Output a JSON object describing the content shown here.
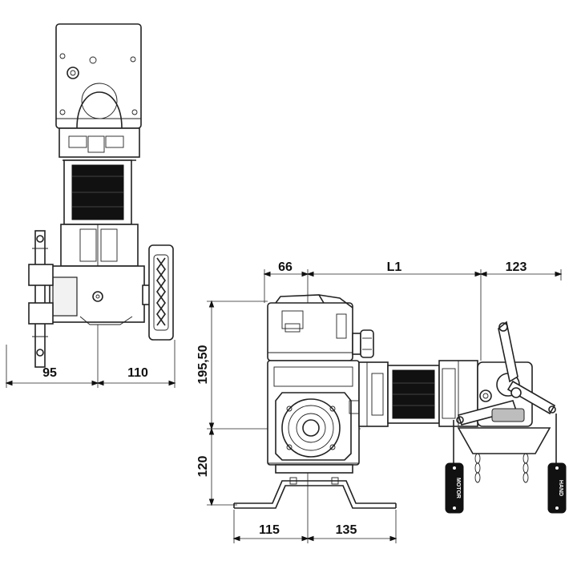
{
  "dimensions": {
    "left_view_width_a": "95",
    "left_view_width_b": "110",
    "top_a": "66",
    "top_b": "L1",
    "top_c": "123",
    "height_a": "195,50",
    "height_b": "120",
    "bottom_a": "115",
    "bottom_b": "135"
  },
  "handles": {
    "motor": "MOTOR",
    "hand": "HAND"
  }
}
